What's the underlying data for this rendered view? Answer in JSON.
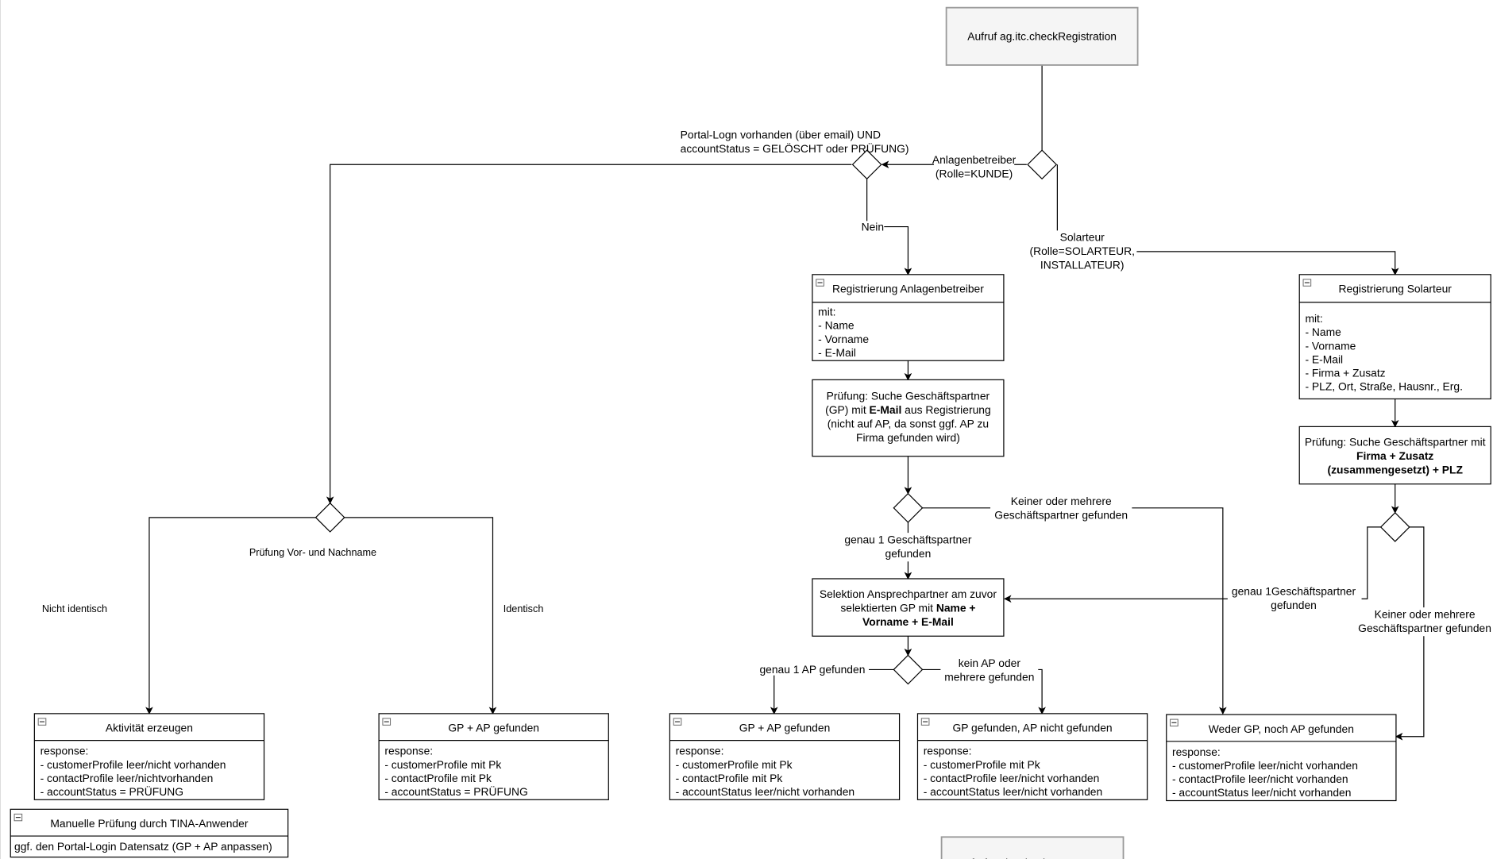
{
  "start": {
    "label": "Aufruf ag.itc.checkRegistration"
  },
  "bottom_cut": {
    "label": "Aufruf ag.itc.check"
  },
  "edges": {
    "anlagenbetreiber": [
      "Anlagenbetreiber",
      "(Rolle=KUNDE)"
    ],
    "portal_login": [
      "Portal-Logn vorhanden (über email) UND",
      "accountStatus = GELÖSCHT oder PRÜFUNG)"
    ],
    "nein": [
      "Nein"
    ],
    "solarteur": [
      "Solarteur",
      "(Rolle=SOLARTEUR,",
      "INSTALLATEUR)"
    ],
    "keiner_gp_1": [
      "Keiner oder mehrere",
      "Geschäftspartner gefunden"
    ],
    "genau1_gp_1": [
      "genau 1 Geschäftspartner",
      "gefunden"
    ],
    "genau1_gp_2": [
      "genau 1Geschäftspartner",
      "gefunden"
    ],
    "keiner_gp_2": [
      "Keiner oder mehrere",
      "Geschäftspartner gefunden"
    ],
    "genau1_ap": [
      "genau 1 AP gefunden"
    ],
    "kein_ap": [
      "kein AP oder",
      "mehrere gefunden"
    ],
    "pruefung_name": [
      "Prüfung Vor- und Nachname"
    ],
    "nicht_identisch": [
      "Nicht identisch"
    ],
    "identisch": [
      "Identisch"
    ]
  },
  "reg_anlagenbetreiber": {
    "title": "Registrierung Anlagenbetreiber",
    "lines": [
      "mit:",
      "- Name",
      "- Vorname",
      "- E-Mail"
    ]
  },
  "reg_solarteur": {
    "title": "Registrierung Solarteur",
    "lines": [
      "mit:",
      "- Name",
      "- Vorname",
      "- E-Mail",
      "- Firma + Zusatz",
      "- PLZ, Ort, Straße, Hausnr., Erg."
    ]
  },
  "pruefung_email": {
    "lines": [
      [
        {
          "t": "Prüfung: Suche Geschäftspartner"
        }
      ],
      [
        {
          "t": "(GP) mit "
        },
        {
          "t": "E-Mail",
          "b": true
        },
        {
          "t": " aus Registrierung"
        }
      ],
      [
        {
          "t": "(nicht auf AP, da sonst ggf. AP zu"
        }
      ],
      [
        {
          "t": "Firma gefunden wird)"
        }
      ]
    ]
  },
  "pruefung_firma": {
    "lines": [
      [
        {
          "t": "Prüfung: Suche Geschäftspartner mit"
        }
      ],
      [
        {
          "t": "Firma + Zusatz",
          "b": true
        }
      ],
      [
        {
          "t": "(zusammengesetzt) + PLZ",
          "b": true
        }
      ]
    ]
  },
  "selektion": {
    "lines": [
      [
        {
          "t": "Selektion Ansprechpartner am zuvor"
        }
      ],
      [
        {
          "t": "selektierten GP mit "
        },
        {
          "t": "Name +",
          "b": true
        }
      ],
      [
        {
          "t": "Vorname + E-Mail",
          "b": true
        }
      ]
    ]
  },
  "results": [
    {
      "title": "Aktivität erzeugen",
      "lines": [
        "response:",
        "- customerProfile leer/nicht vorhanden",
        "- contactProfile leer/nichtvorhanden",
        "- accountStatus = PRÜFUNG"
      ]
    },
    {
      "title": "GP + AP gefunden",
      "lines": [
        "response:",
        "- customerProfile mit Pk",
        "- contactProfile mit Pk",
        "- accountStatus = PRÜFUNG"
      ]
    },
    {
      "title": "GP + AP gefunden",
      "lines": [
        "response:",
        "- customerProfile mit Pk",
        "- contactProfile mit Pk",
        "- accountStatus leer/nicht vorhanden"
      ]
    },
    {
      "title": "GP gefunden, AP nicht gefunden",
      "lines": [
        "response:",
        "- customerProfile mit Pk",
        "- contactProfile leer/nicht vorhanden",
        "- accountStatus leer/nicht vorhanden"
      ]
    },
    {
      "title": "Weder GP, noch AP gefunden",
      "lines": [
        "response:",
        "- customerProfile leer/nicht vorhanden",
        "- contactProfile leer/nicht vorhanden",
        "- accountStatus leer/nicht vorhanden"
      ]
    }
  ],
  "manual": {
    "title": "Manuelle Prüfung durch TINA-Anwender",
    "line": "ggf. den Portal-Login Datensatz (GP + AP anpassen)"
  },
  "icons": {
    "collapse": "collapse-icon"
  }
}
